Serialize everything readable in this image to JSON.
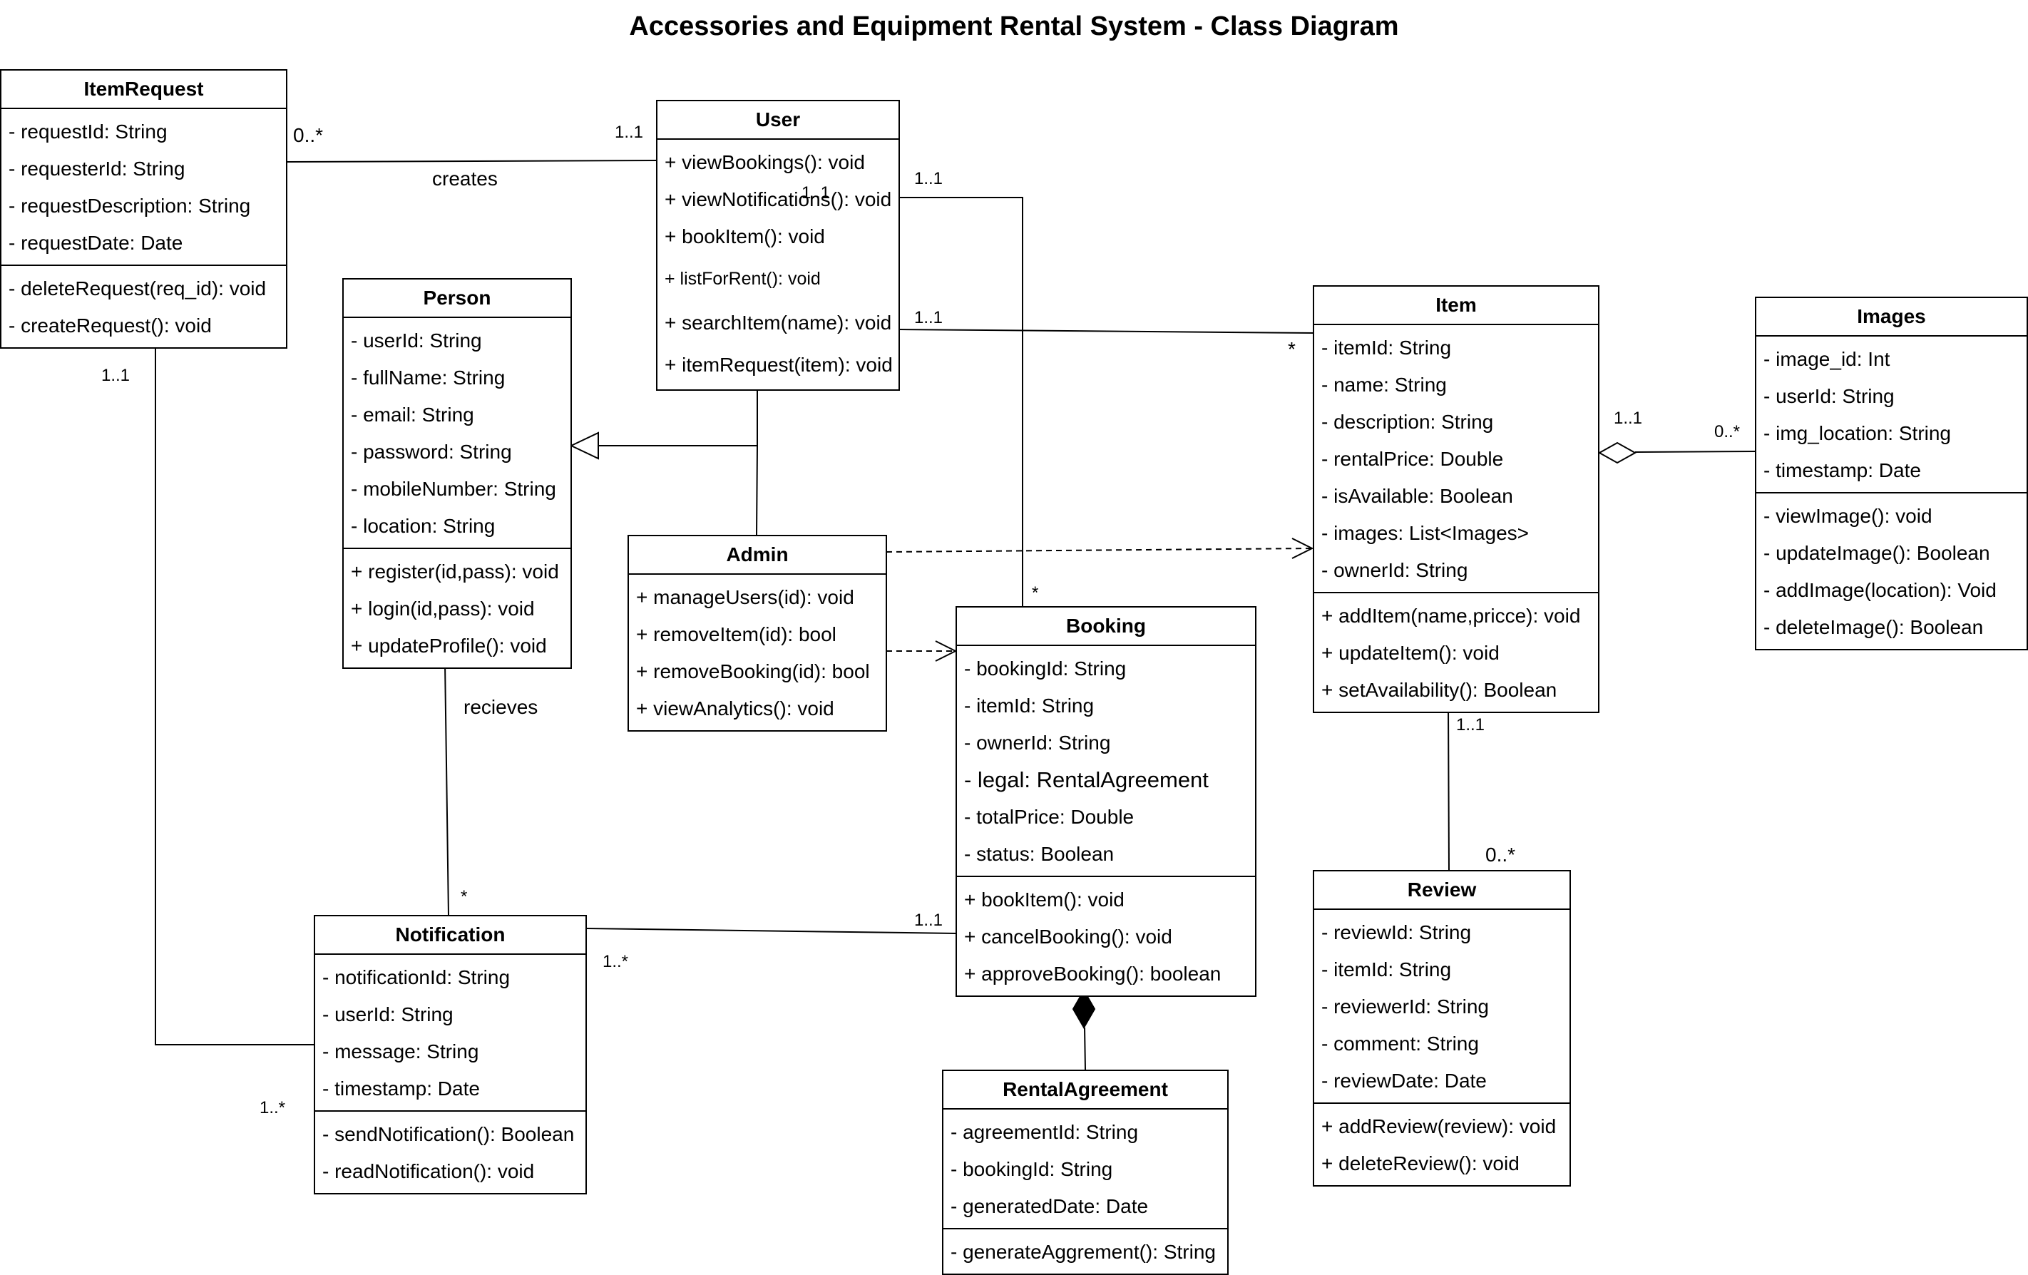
{
  "title": "Accessories and Equipment Rental System - Class Diagram",
  "classes": {
    "itemrequest": {
      "name": "ItemRequest",
      "attributes": [
        "- requestId: String",
        "- requesterId: String",
        "- requestDescription: String",
        "- requestDate: Date"
      ],
      "methods": [
        "- deleteRequest(req_id): void",
        "- createRequest(): void"
      ]
    },
    "user": {
      "name": "User",
      "attributes": [],
      "methods": [
        "+ viewBookings(): void",
        "+ viewNotifications(): void",
        "+ bookItem(): void",
        "+ listForRent(): void",
        "+ searchItem(name): void",
        "+ itemRequest(item): void"
      ]
    },
    "person": {
      "name": "Person",
      "attributes": [
        "- userId: String",
        "- fullName: String",
        "- email: String",
        "- password: String",
        "- mobileNumber: String",
        "- location: String"
      ],
      "methods": [
        "+ register(id,pass): void",
        "+ login(id,pass): void",
        "+ updateProfile(): void"
      ]
    },
    "admin": {
      "name": "Admin",
      "attributes": [],
      "methods": [
        "+ manageUsers(id): void",
        "+ removeItem(id): bool",
        "+ removeBooking(id): bool",
        "+ viewAnalytics(): void"
      ]
    },
    "item": {
      "name": "Item",
      "attributes": [
        "- itemId: String",
        "- name: String",
        "- description: String",
        "- rentalPrice: Double",
        "- isAvailable: Boolean",
        "- images: List<Images>",
        "- ownerId: String"
      ],
      "methods": [
        "+ addItem(name,pricce): void",
        "+ updateItem(): void",
        "+ setAvailability(): Boolean"
      ]
    },
    "images": {
      "name": "Images",
      "attributes": [
        "- image_id: Int",
        "- userId: String",
        "- img_location: String",
        "- timestamp: Date"
      ],
      "methods": [
        "- viewImage(): void",
        "- updateImage(): Boolean",
        "- addImage(location): Void",
        "- deleteImage(): Boolean"
      ]
    },
    "booking": {
      "name": "Booking",
      "attributes": [
        "- bookingId: String",
        "- itemId: String",
        "- ownerId: String",
        "- legal: RentalAgreement",
        "- totalPrice: Double",
        "- status: Boolean"
      ],
      "methods": [
        "+ bookItem(): void",
        "+ cancelBooking(): void",
        "+ approveBooking(): boolean"
      ]
    },
    "notification": {
      "name": "Notification",
      "attributes": [
        "- notificationId: String",
        "- userId: String",
        "- message: String",
        "- timestamp: Date"
      ],
      "methods": [
        "- sendNotification(): Boolean",
        "- readNotification(): void"
      ]
    },
    "rentalagreement": {
      "name": "RentalAgreement",
      "attributes": [
        "- agreementId: String",
        "- bookingId: String",
        "- generatedDate: Date"
      ],
      "methods": [
        "- generateAggrement(): String"
      ]
    },
    "review": {
      "name": "Review",
      "attributes": [
        "- reviewId: String",
        "- itemId: String",
        "- reviewerId: String",
        "- comment: String",
        "- reviewDate: Date"
      ],
      "methods": [
        "+ addReview(review): void",
        "+ deleteReview(): void"
      ]
    }
  },
  "labels": {
    "ir_mult": "0..*",
    "user_ir_mult": "1..1",
    "creates": "creates",
    "user_booking_mult": "1..1",
    "stray_mult": "1..1",
    "user_item_mult": "1..1",
    "item_star": "*",
    "ir_notif_mult": "1..1",
    "item_images_mult": "1..1",
    "images_mult": "0..*",
    "booking_star": "*",
    "recieves": "recieves",
    "item_review_mult": "1..1",
    "review_mult": "0..*",
    "notif_star": "*",
    "booking_notif_mult": "1..1",
    "notif_mult_a": "1..*",
    "notif_mult_b": "1..*"
  }
}
